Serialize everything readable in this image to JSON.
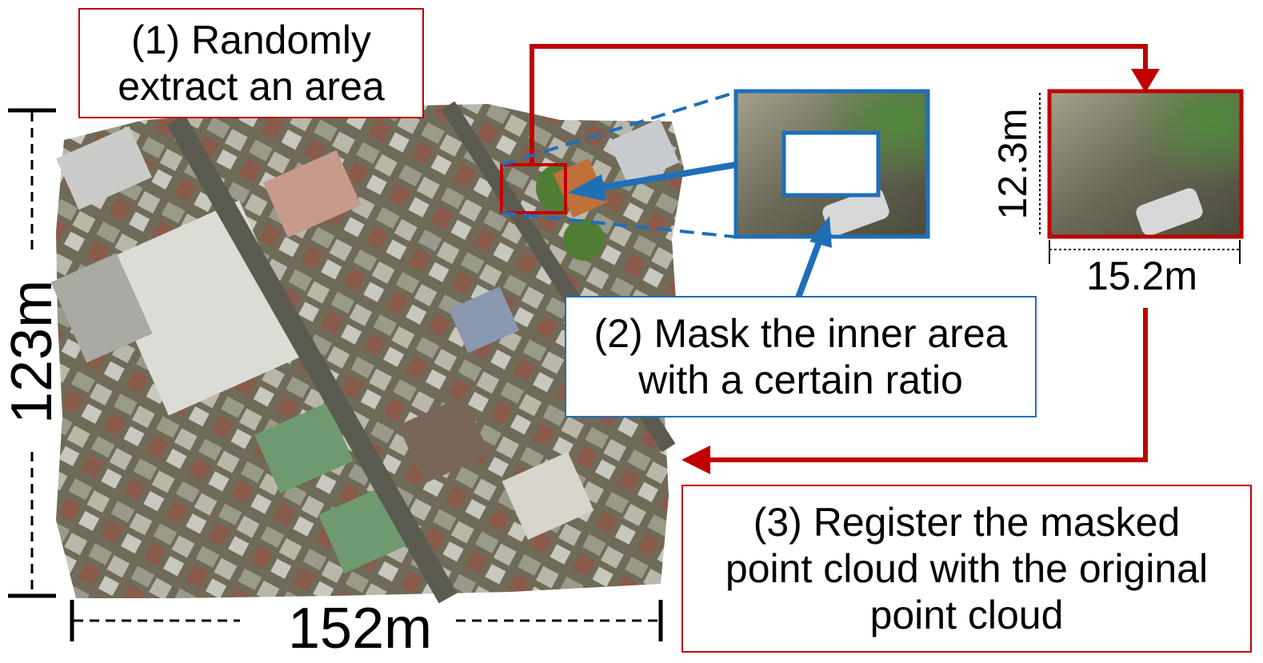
{
  "steps": {
    "step1": [
      "(1) Randomly",
      "extract an area"
    ],
    "step2": [
      "(2) Mask the inner area",
      "with a certain ratio"
    ],
    "step3": [
      "(3) Register the masked",
      "point cloud with the original",
      "point cloud"
    ]
  },
  "dimensions": {
    "map_width": "152m",
    "map_height": "123m",
    "patch_width": "15.2m",
    "patch_height": "12.3m"
  },
  "colors": {
    "extract_red": "#c00000",
    "mask_blue": "#1f6fb8"
  }
}
